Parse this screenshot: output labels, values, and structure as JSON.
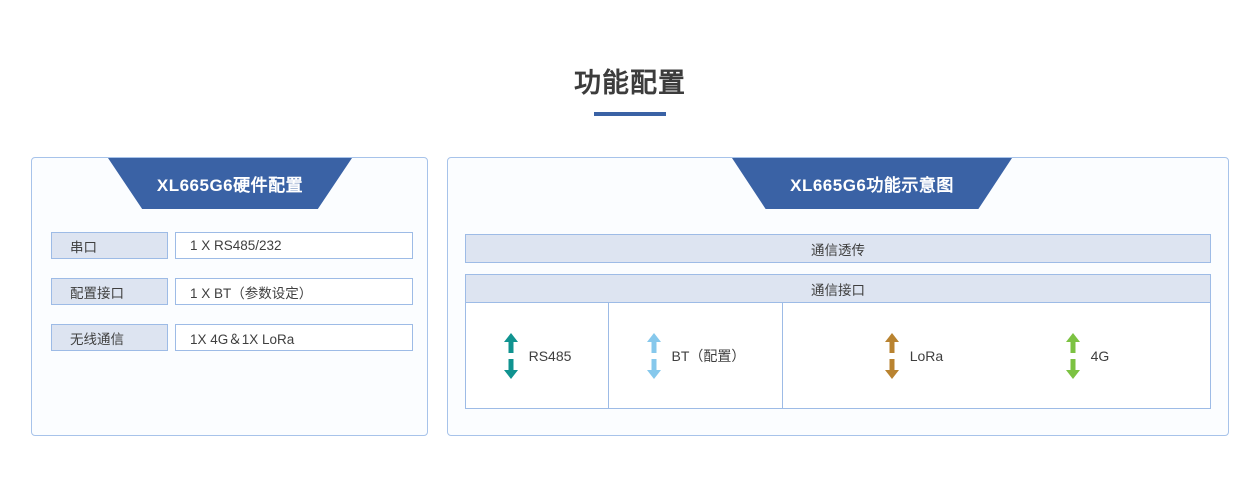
{
  "page": {
    "title": "功能配置",
    "background": "#ffffff",
    "accent_color": "#3a62a5"
  },
  "left_card": {
    "banner_label": "XL665G6硬件配置",
    "rows": [
      {
        "label": "串口",
        "value": "1 X RS485/232"
      },
      {
        "label": "配置接口",
        "value": "1 X BT（参数设定）"
      },
      {
        "label": "无线通信",
        "value": "1X 4G＆1X LoRa"
      }
    ]
  },
  "right_card": {
    "banner_label": "XL665G6功能示意图",
    "band_transparent": "通信透传",
    "band_interface": "通信接口",
    "interfaces": [
      {
        "label": "RS485",
        "arrow_color": "#109390"
      },
      {
        "label": "BT（配置）",
        "arrow_color": "#86c8ec"
      },
      {
        "label": "LoRa",
        "arrow_color": "#b98330"
      },
      {
        "label": "4G",
        "arrow_color": "#7cc242"
      }
    ]
  }
}
